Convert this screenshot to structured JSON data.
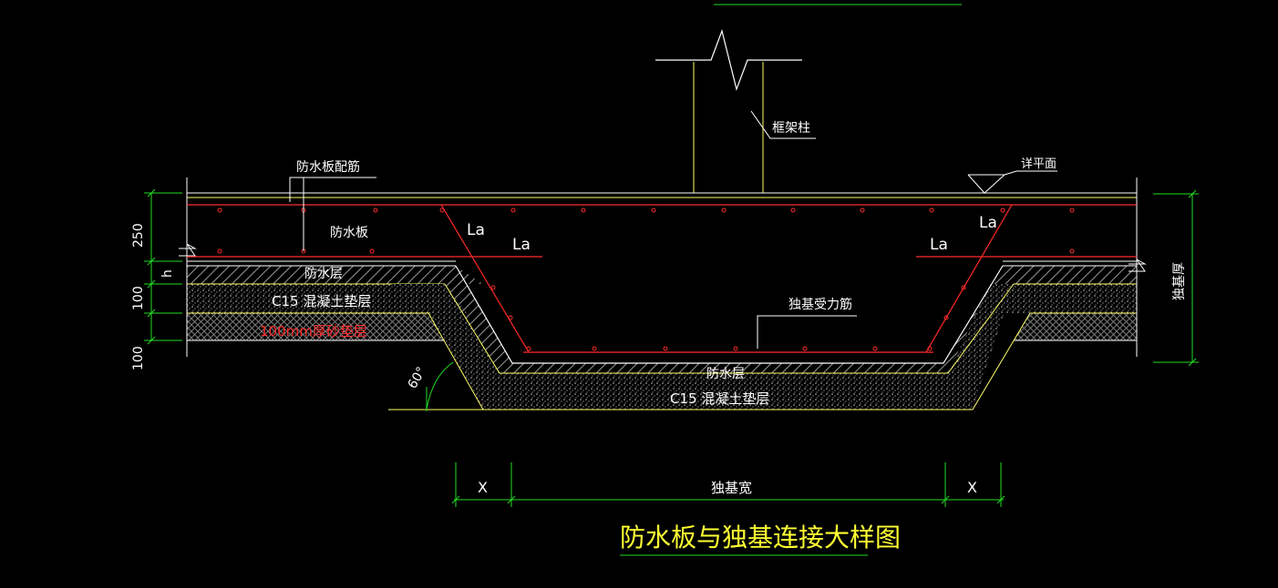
{
  "drawing": {
    "title": "防水板与独基连接大样图",
    "labels": {
      "rebar_slab": "防水板配筋",
      "slab": "防水板",
      "column": "框架柱",
      "elevation": "详平面",
      "waterproof_layer_left": "防水层",
      "c15_left": "C15 混凝土垫层",
      "sand_left": "100mm厚砂垫层",
      "footing_rebar": "独基受力筋",
      "waterproof_layer_bottom": "防水层",
      "c15_bottom": "C15 混凝土垫层",
      "footing_thickness": "独基厚",
      "la1": "La",
      "la2": "La",
      "la3": "La",
      "la4": "La",
      "angle": "60°"
    },
    "dimensions": {
      "slab_thickness": "250",
      "h": "h",
      "layer_1": "100",
      "layer_2": "100",
      "x_left": "X",
      "footing_width": "独基宽",
      "x_right": "X"
    },
    "colors": {
      "background": "#000000",
      "line_white": "#ffffff",
      "line_yellow": "#ffff66",
      "line_red": "#ff2a2a",
      "dimension_green": "#22dd22",
      "title_yellow": "#ffff33"
    }
  }
}
